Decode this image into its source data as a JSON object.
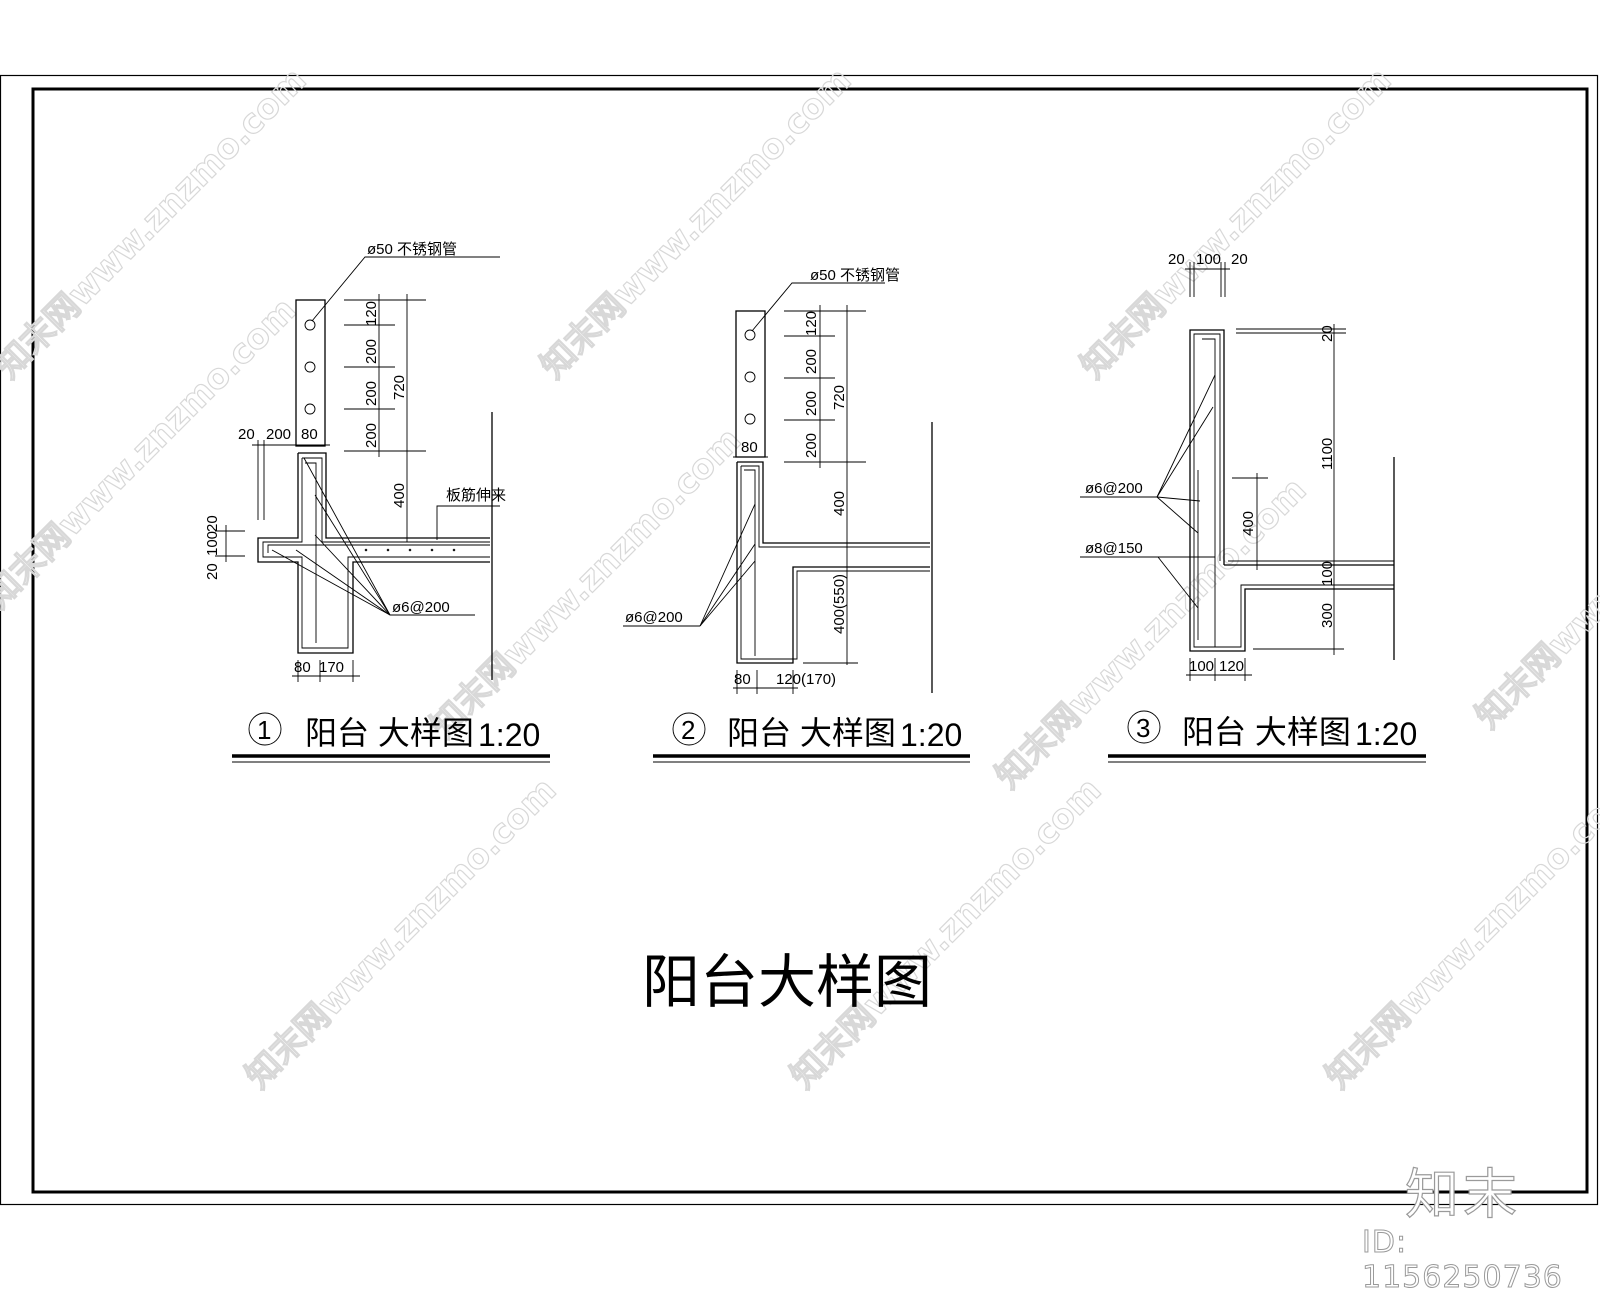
{
  "sheet": {
    "main_title": "阳台大样图",
    "frame": {
      "outer": [
        0,
        75,
        1598,
        1205
      ],
      "inner": [
        32,
        88,
        1587,
        1192
      ]
    }
  },
  "details": [
    {
      "number": "1",
      "title": "阳台 大样图",
      "scale": "1:20",
      "labels": {
        "pipe": "ø50 不锈钢管",
        "rebar": "ø6@200",
        "slab_note": "板筋伸来"
      },
      "dims_vertical": [
        "120",
        "200",
        "200",
        "200",
        "720",
        "400"
      ],
      "dims_top": [
        "20",
        "200",
        "80"
      ],
      "dims_left": [
        "20",
        "100",
        "20"
      ],
      "dims_bottom": [
        "80",
        "170"
      ]
    },
    {
      "number": "2",
      "title": "阳台 大样图",
      "scale": "1:20",
      "labels": {
        "pipe": "ø50 不锈钢管",
        "rebar": "ø6@200"
      },
      "dims_vertical": [
        "120",
        "200",
        "200",
        "200",
        "720",
        "400",
        "400(550)"
      ],
      "dims_top": [
        "80"
      ],
      "dims_bottom": [
        "80",
        "120(170)"
      ]
    },
    {
      "number": "3",
      "title": "阳台 大样图",
      "scale": "1:20",
      "labels": {
        "rebar_a": "ø6@200",
        "rebar_b": "ø8@150"
      },
      "dims_vertical": [
        "20",
        "1100",
        "400",
        "100",
        "300"
      ],
      "dims_top": [
        "20",
        "100",
        "20"
      ],
      "dims_bottom": [
        "100",
        "120"
      ]
    }
  ],
  "watermark": {
    "text": "知末网www.znzmo.com",
    "logo": "知末",
    "id": "ID: 1156250736"
  }
}
